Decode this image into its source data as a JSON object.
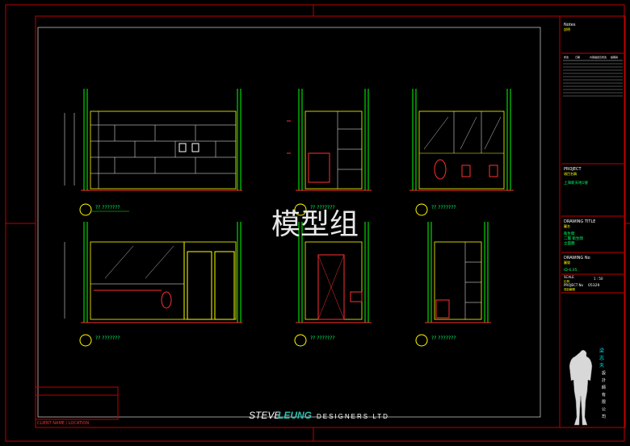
{
  "watermark": "模型组",
  "notes_label": "Notes",
  "notes_sub": "說明",
  "rev_headers": [
    "修改",
    "日期",
    "內容描述及修改",
    "繪圖員"
  ],
  "project": {
    "label": "PROJECT",
    "sub": "項目名稱",
    "value": "上海新天地1號"
  },
  "drawing_title": {
    "label": "DRAWING TITLE",
    "sub": "圖名",
    "line1": "衛生間",
    "line2": "二層 衛生間",
    "line3": "立面圖"
  },
  "drawing_no": {
    "label": "DRAWING No",
    "sub": "圖號",
    "value": "ID-6.05"
  },
  "scale_label": "SCALE",
  "scale_sub": "比例",
  "scale_value": "1 : 50",
  "project_no_label": "PROJECT No",
  "project_no_value": "05329",
  "project_no_sub": "項目編號",
  "company_cn": [
    "梁",
    "志",
    "天",
    "設",
    "計",
    "師",
    "有",
    "限",
    "公",
    "司"
  ],
  "company_en": "DESIGNERS LTD",
  "logo_steve": "STEVE",
  "logo_leung": "LEUNG",
  "client_stamp": "CLIENT NAME / LOCATION",
  "elevation_labels": [
    "?? ???????",
    "?? ???????",
    "?? ???????",
    "?? ???????",
    "?? ???????",
    "?? ???????"
  ],
  "colors": {
    "frame_red": "#c00000",
    "line_yellow": "#ffff00",
    "line_green": "#00ff00",
    "line_white": "#ffffff",
    "line_red": "#ff0000",
    "teal_brand": "#2dbfb0"
  }
}
